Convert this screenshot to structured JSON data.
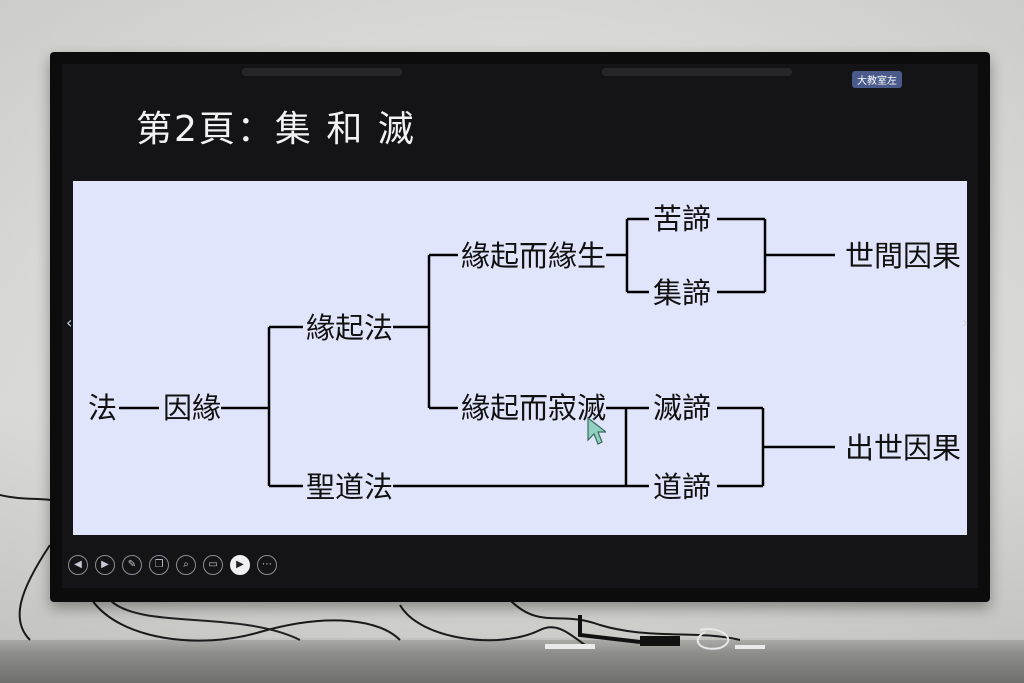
{
  "slide": {
    "title": "第2頁：集 和 滅",
    "room_label": "大教室左"
  },
  "diagram": {
    "fa": "法",
    "yinyuan": "因緣",
    "yuanqi_fa": "緣起法",
    "shengdao_fa": "聖道法",
    "yuanqi_ershengsheng": "緣起而緣生",
    "yuanqi_erjimie": "緣起而寂滅",
    "ku_di": "苦諦",
    "ji_di": "集諦",
    "mie_di": "滅諦",
    "dao_di": "道諦",
    "shijian_yinguo": "世間因果",
    "chushi_yinguo": "出世因果"
  },
  "toolbar": {
    "icons": [
      "prev-icon",
      "next-icon",
      "pen-icon",
      "window-icon",
      "zoom-icon",
      "keyboard-icon",
      "record-icon",
      "more-icon"
    ],
    "active": "record-icon"
  },
  "colors": {
    "slide_bg": "#e1e5fb",
    "screen_bg": "#141416",
    "bezel": "#0c0c0d",
    "label_bg": "#4a5a8a"
  }
}
